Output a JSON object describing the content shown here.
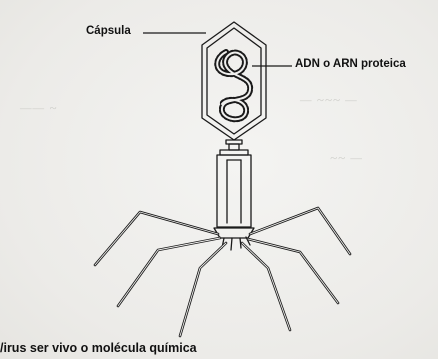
{
  "labels": {
    "capsule": "Cápsula",
    "genome": "ADN o ARN proteica"
  },
  "caption": "/irus ser vivo o molécula química",
  "colors": {
    "ink": "#1a1a1a",
    "paper": "#efefed"
  }
}
